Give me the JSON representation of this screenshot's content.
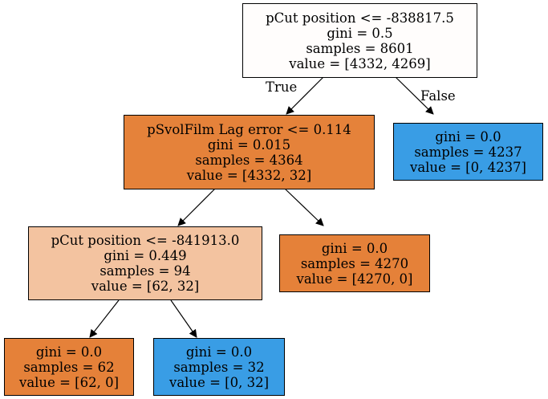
{
  "colors": {
    "leaf_class0": "#e58139",
    "leaf_class1": "#399de5",
    "root_fill": "#fffdfc",
    "internal_strong_class0": "#e5823a",
    "internal_light_class0": "#f3c3a0",
    "border": "#000000"
  },
  "nodes": {
    "root": {
      "split": "pCut position <= -838817.5",
      "gini": "gini = 0.5",
      "samples": "samples = 8601",
      "value": "value = [4332, 4269]"
    },
    "n1": {
      "split": "pSvolFilm Lag error <= 0.114",
      "gini": "gini = 0.015",
      "samples": "samples = 4364",
      "value": "value = [4332, 32]"
    },
    "n2": {
      "gini": "gini = 0.0",
      "samples": "samples = 4237",
      "value": "value = [0, 4237]"
    },
    "n3": {
      "split": "pCut position <= -841913.0",
      "gini": "gini = 0.449",
      "samples": "samples = 94",
      "value": "value = [62, 32]"
    },
    "n4": {
      "gini": "gini = 0.0",
      "samples": "samples = 4270",
      "value": "value = [4270, 0]"
    },
    "n5": {
      "gini": "gini = 0.0",
      "samples": "samples = 62",
      "value": "value = [62, 0]"
    },
    "n6": {
      "gini": "gini = 0.0",
      "samples": "samples = 32",
      "value": "value = [0, 32]"
    }
  },
  "edge_labels": {
    "true_label": "True",
    "false_label": "False"
  }
}
